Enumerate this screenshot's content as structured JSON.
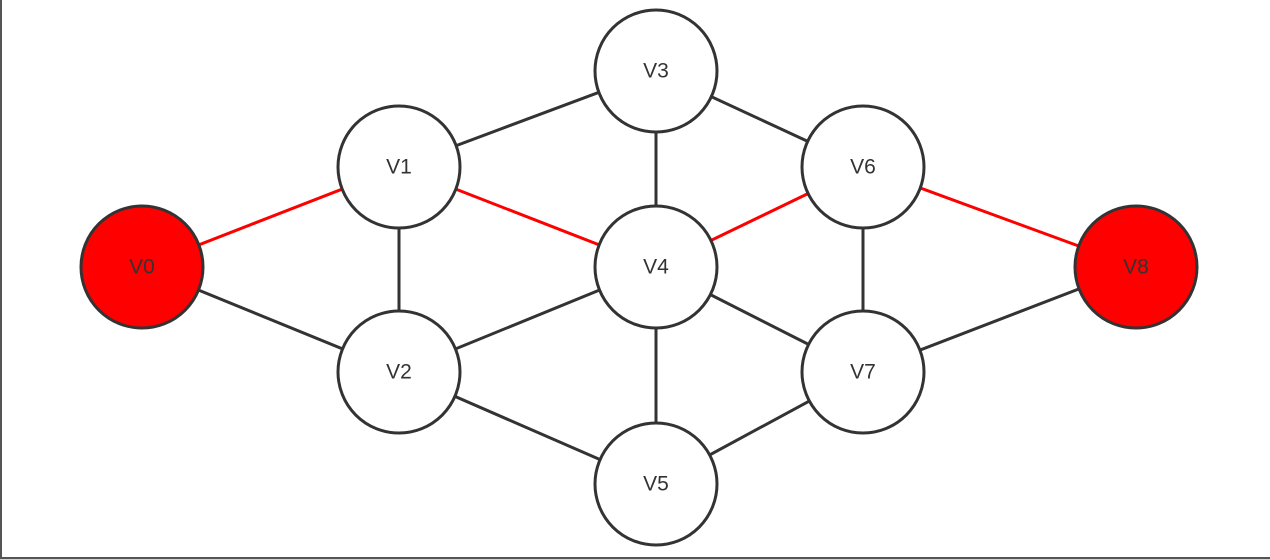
{
  "colors": {
    "edge_default": "#333333",
    "edge_highlight": "#ff0000",
    "node_default": "#ffffff",
    "node_highlight": "#ff0000"
  },
  "nodes": [
    {
      "id": "V0",
      "label": "V0",
      "highlighted": true
    },
    {
      "id": "V1",
      "label": "V1",
      "highlighted": false
    },
    {
      "id": "V2",
      "label": "V2",
      "highlighted": false
    },
    {
      "id": "V3",
      "label": "V3",
      "highlighted": false
    },
    {
      "id": "V4",
      "label": "V4",
      "highlighted": false
    },
    {
      "id": "V5",
      "label": "V5",
      "highlighted": false
    },
    {
      "id": "V6",
      "label": "V6",
      "highlighted": false
    },
    {
      "id": "V7",
      "label": "V7",
      "highlighted": false
    },
    {
      "id": "V8",
      "label": "V8",
      "highlighted": true
    }
  ],
  "edges": [
    {
      "from": "V0",
      "to": "V1",
      "highlighted": true
    },
    {
      "from": "V0",
      "to": "V2",
      "highlighted": false
    },
    {
      "from": "V1",
      "to": "V2",
      "highlighted": false
    },
    {
      "from": "V1",
      "to": "V3",
      "highlighted": false
    },
    {
      "from": "V1",
      "to": "V4",
      "highlighted": true
    },
    {
      "from": "V2",
      "to": "V4",
      "highlighted": false
    },
    {
      "from": "V2",
      "to": "V5",
      "highlighted": false
    },
    {
      "from": "V3",
      "to": "V4",
      "highlighted": false
    },
    {
      "from": "V3",
      "to": "V6",
      "highlighted": false
    },
    {
      "from": "V4",
      "to": "V5",
      "highlighted": false
    },
    {
      "from": "V4",
      "to": "V6",
      "highlighted": true
    },
    {
      "from": "V4",
      "to": "V7",
      "highlighted": false
    },
    {
      "from": "V5",
      "to": "V7",
      "highlighted": false
    },
    {
      "from": "V6",
      "to": "V7",
      "highlighted": false
    },
    {
      "from": "V6",
      "to": "V8",
      "highlighted": true
    },
    {
      "from": "V7",
      "to": "V8",
      "highlighted": false
    }
  ]
}
